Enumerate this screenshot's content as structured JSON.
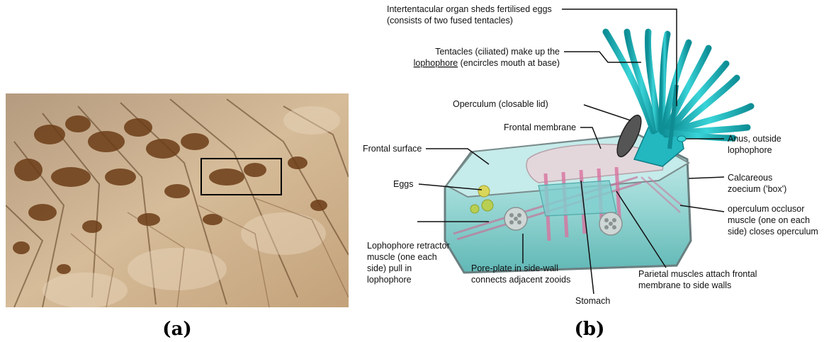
{
  "panel_a": {
    "caption": "(a)"
  },
  "panel_b": {
    "caption": "(b)",
    "labels": {
      "intertentacular_1": "Intertentacular organ sheds fertilised eggs",
      "intertentacular_2": "(consists of two fused tentacles)",
      "tentacles_1": "Tentacles (ciliated) make up the",
      "tentacles_2a": "lophophore",
      "tentacles_2b": " (encircles mouth at base)",
      "operculum": "Operculum (closable lid)",
      "frontal_membrane": "Frontal membrane",
      "frontal_surface": "Frontal surface",
      "eggs": "Eggs",
      "retractor_1": "Lophophore retractor",
      "retractor_2": "muscle (one each",
      "retractor_3": "side) pull in",
      "retractor_4": "lophophore",
      "pore_1": "Pore-plate in side-wall",
      "pore_2": "connects adjacent zooids",
      "stomach": "Stomach",
      "parietal_1": "Parietal muscles attach frontal",
      "parietal_2": "membrane to side walls",
      "anus_1": "Anus, outside",
      "anus_2": "lophophore",
      "calc_1": "Calcareous",
      "calc_2": "zoecium ('box')",
      "occlusor_1": "operculum occlusor",
      "occlusor_2": "muscle (one on each",
      "occlusor_3": "side) closes operculum"
    }
  },
  "colors": {
    "tentacle": "#1fb8bf",
    "zooid_fill": "#9fdad8",
    "muscle": "#d8739f",
    "micrograph_bg": "#c9aa86"
  }
}
